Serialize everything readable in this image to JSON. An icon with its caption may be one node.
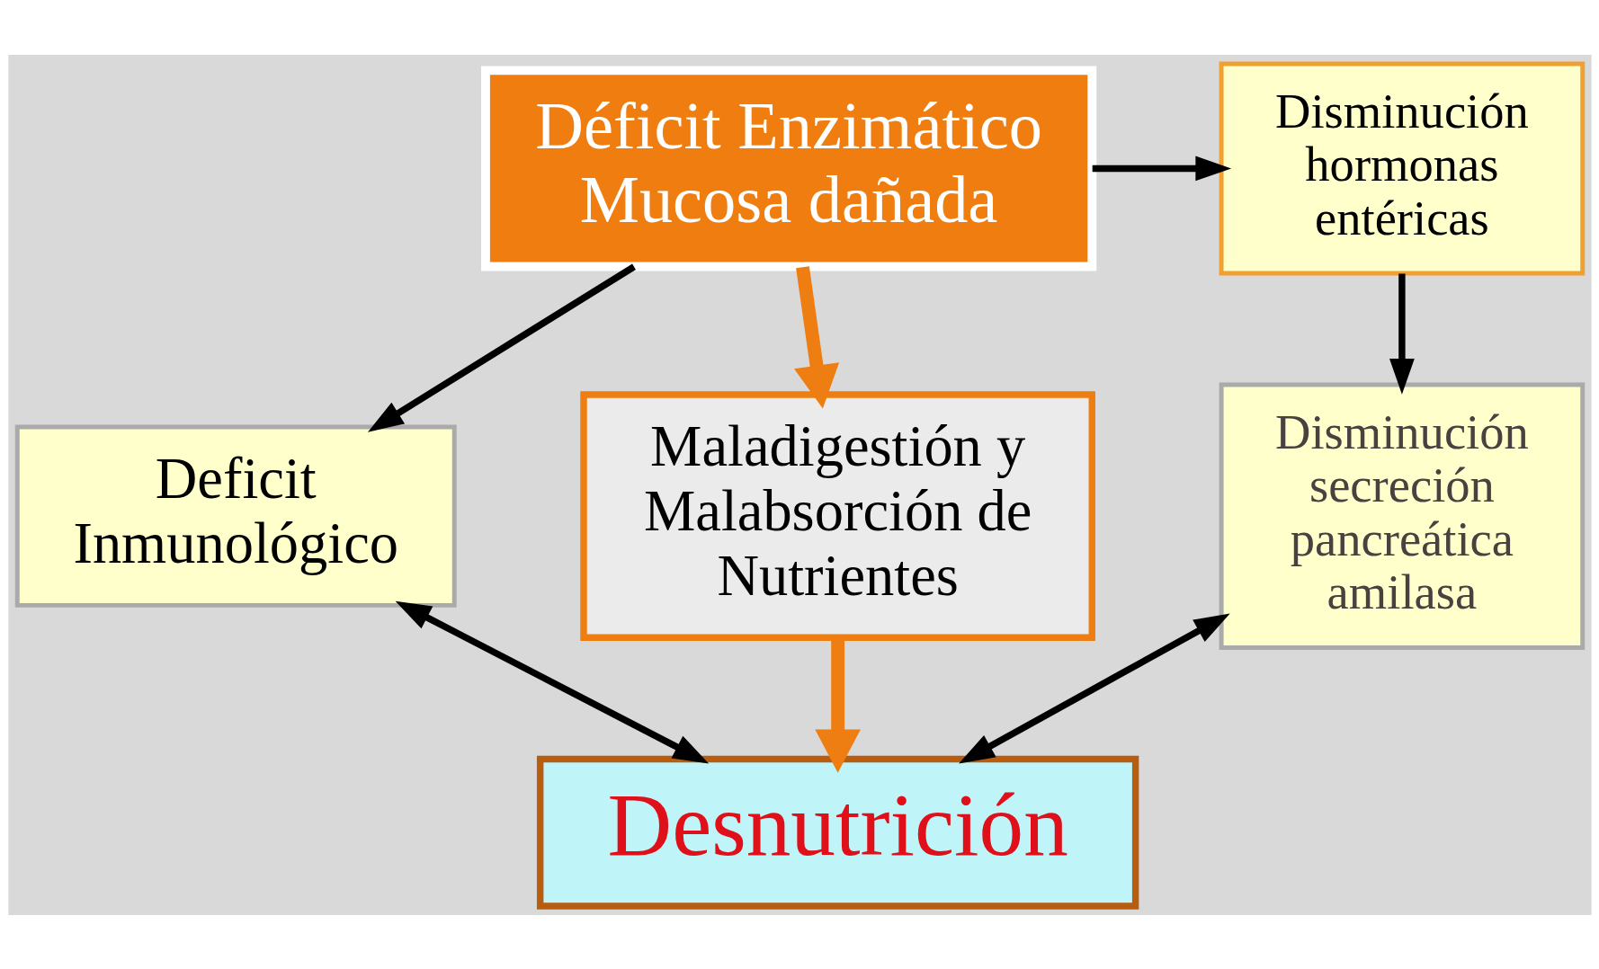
{
  "diagram": {
    "nodes": [
      {
        "text": [
          "Déficit Enzimático",
          "Mucosa dañada"
        ]
      },
      {
        "text": [
          "Deficit Inmunológico"
        ]
      },
      {
        "text": [
          "Disminución hormonas entéricas"
        ]
      },
      {
        "text": [
          "Maladigestión y Malabsorción de Nutrientes"
        ]
      },
      {
        "text": [
          "Disminución secreción pancreática amilasa"
        ]
      },
      {
        "text": [
          "Desnutrición"
        ]
      }
    ],
    "edges": [
      {
        "from": 0,
        "to": 1,
        "arrow": "to"
      },
      {
        "from": 0,
        "to": 2,
        "arrow": "to"
      },
      {
        "from": 0,
        "to": 3,
        "arrow": "to",
        "style": "thick",
        "color": "#ee7d12"
      },
      {
        "from": 2,
        "to": 4,
        "arrow": "to"
      },
      {
        "from": 3,
        "to": 5,
        "arrow": "to",
        "style": "thick",
        "color": "#ee7d12"
      },
      {
        "from": 1,
        "to": 5,
        "arrow": "both"
      },
      {
        "from": 4,
        "to": 5,
        "arrow": "both"
      }
    ]
  }
}
